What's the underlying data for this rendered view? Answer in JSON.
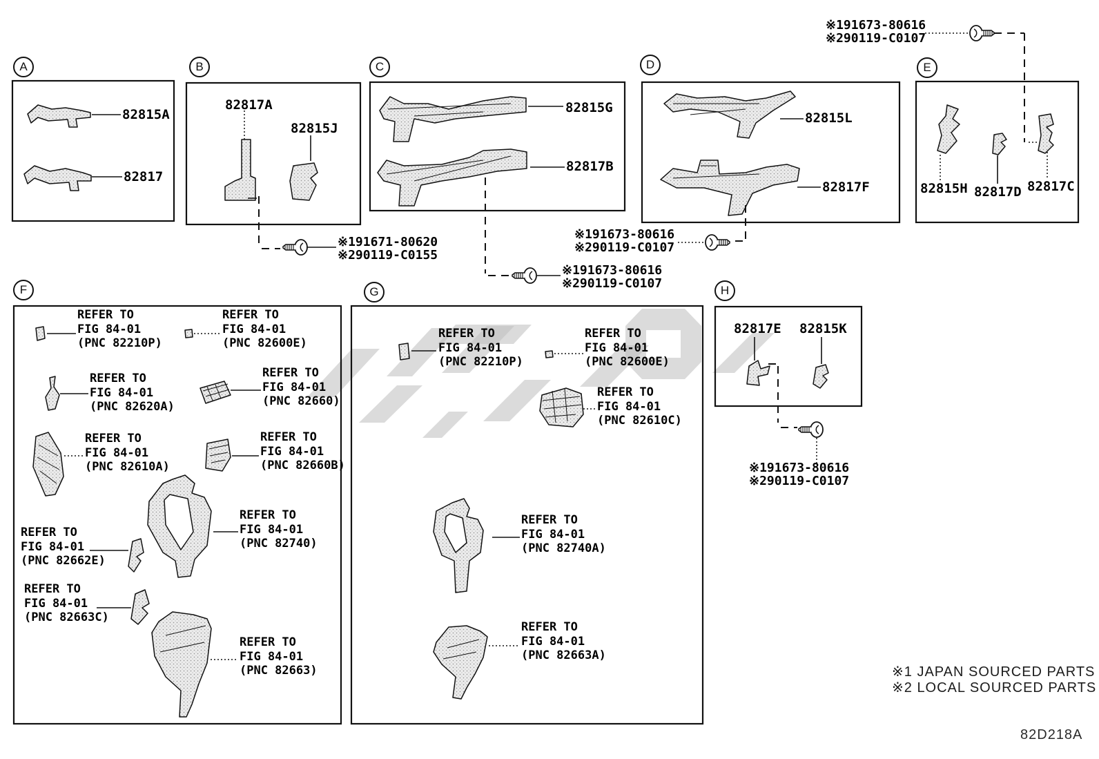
{
  "refer": {
    "line1": "REFER TO",
    "line2": "FIG 84-01"
  },
  "sections": {
    "A": {
      "letter": "A",
      "parts": [
        "82815A",
        "82817"
      ]
    },
    "B": {
      "letter": "B",
      "parts": [
        "82817A",
        "82815J"
      ]
    },
    "C": {
      "letter": "C",
      "parts": [
        "82815G",
        "82817B"
      ]
    },
    "D": {
      "letter": "D",
      "parts": [
        "82815L",
        "82817F"
      ]
    },
    "E": {
      "letter": "E",
      "parts": [
        "82815H",
        "82817D",
        "82817C"
      ]
    },
    "F": {
      "letter": "F",
      "refs": [
        "(PNC 82210P)",
        "(PNC 82600E)",
        "(PNC 82620A)",
        "(PNC 82660)",
        "(PNC 82610A)",
        "(PNC 82660B)",
        "(PNC 82740)",
        "(PNC 82662E)",
        "(PNC 82663C)",
        "(PNC 82663)"
      ]
    },
    "G": {
      "letter": "G",
      "refs": [
        "(PNC 82210P)",
        "(PNC 82600E)",
        "(PNC 82610C)",
        "(PNC 82740A)",
        "(PNC 82663A)"
      ]
    },
    "H": {
      "letter": "H",
      "parts": [
        "82817E",
        "82815K"
      ]
    }
  },
  "fasteners": {
    "top_right": {
      "line1": "※191673-80616",
      "line2": "※290119-C0107"
    },
    "section_b": {
      "line1": "※191671-80620",
      "line2": "※290119-C0155"
    },
    "section_c": {
      "line1": "※191673-80616",
      "line2": "※290119-C0107"
    },
    "section_d": {
      "line1": "※191673-80616",
      "line2": "※290119-C0107"
    },
    "section_h": {
      "line1": "※191673-80616",
      "line2": "※290119-C0107"
    }
  },
  "footnotes": {
    "note1": "※1 JAPAN SOURCED PARTS",
    "note2": "※2 LOCAL SOURCED PARTS"
  },
  "figure_code": "82D218A"
}
